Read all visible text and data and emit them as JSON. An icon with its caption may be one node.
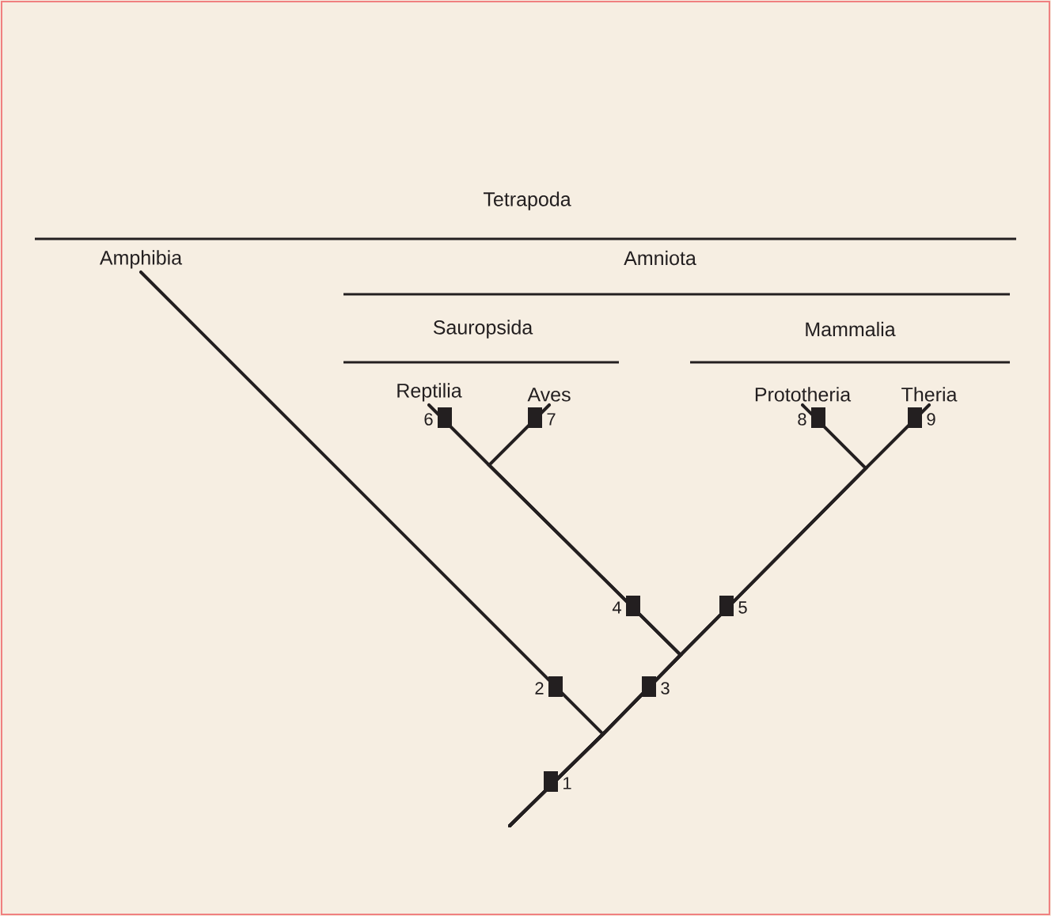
{
  "diagram": {
    "nodes": [
      {
        "text": [
          "Amphibia"
        ]
      },
      {
        "text": [
          "Reptilia"
        ]
      },
      {
        "text": [
          "Aves"
        ]
      },
      {
        "text": [
          "Prototheria"
        ]
      },
      {
        "text": [
          "Theria"
        ]
      },
      {
        "text": [],
        "shape": "point"
      }
    ],
    "edges": [
      {
        "from": 5,
        "to": 0,
        "arrow": "none"
      },
      {
        "from": 5,
        "to": 1,
        "arrow": "none"
      },
      {
        "from": 5,
        "to": 2,
        "arrow": "none"
      },
      {
        "from": 5,
        "to": 3,
        "arrow": "none"
      },
      {
        "from": 5,
        "to": 4,
        "arrow": "none"
      }
    ],
    "labels": [
      "Tetrapoda",
      "Amniota",
      "Sauropsida",
      "Mammalia",
      "6",
      "7",
      "8",
      "9",
      "4",
      "5",
      "2",
      "3",
      "1"
    ]
  }
}
